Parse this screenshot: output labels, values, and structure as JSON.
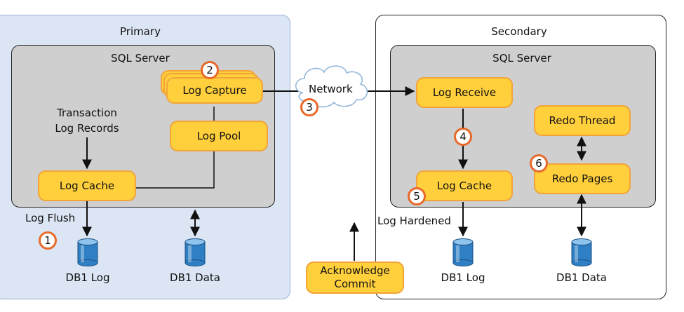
{
  "primary": {
    "title": "Primary",
    "sql_title": "SQL Server",
    "transaction_label": "Transaction\nLog Records",
    "log_cache": "Log Cache",
    "log_capture": "Log Capture",
    "log_pool": "Log Pool",
    "log_flush": "Log Flush",
    "db_log": "DB1 Log",
    "db_data": "DB1 Data"
  },
  "network": {
    "label": "Network"
  },
  "acknowledge": {
    "label": "Acknowledge\nCommit"
  },
  "secondary": {
    "title": "Secondary",
    "sql_title": "SQL Server",
    "log_receive": "Log Receive",
    "log_cache": "Log Cache",
    "redo_thread": "Redo Thread",
    "redo_pages": "Redo Pages",
    "log_hardened": "Log Hardened",
    "db_log": "DB1 Log",
    "db_data": "DB1 Data"
  },
  "steps": [
    "1",
    "2",
    "3",
    "4",
    "5",
    "6"
  ],
  "colors": {
    "pill_fill": "#ffcf3c",
    "pill_border": "#f2a43a",
    "badge_border": "#e8692a",
    "primary_bg": "#dbe5f4",
    "sql_bg": "#cfcfcf",
    "cylinder": "#2f7fc4"
  },
  "icons": {
    "database": "database-cylinder-icon",
    "network": "cloud-icon"
  }
}
